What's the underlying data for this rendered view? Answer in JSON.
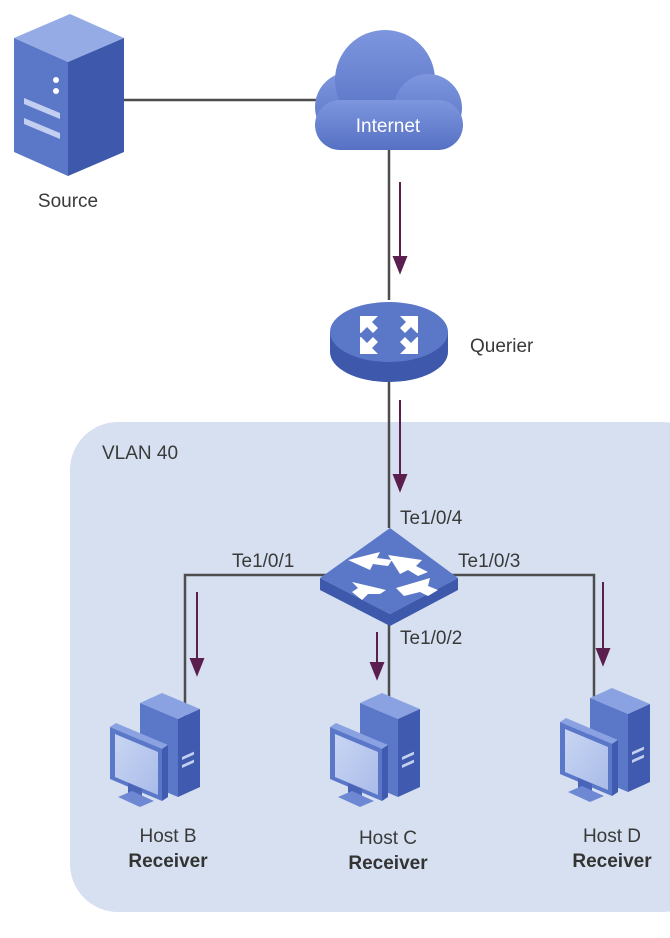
{
  "nodes": {
    "source": {
      "label": "Source"
    },
    "internet": {
      "label": "Internet"
    },
    "querier": {
      "label": "Querier"
    },
    "vlan": {
      "label": "VLAN 40"
    },
    "hosts": [
      {
        "name": "Host B",
        "role": "Receiver"
      },
      {
        "name": "Host C",
        "role": "Receiver"
      },
      {
        "name": "Host D",
        "role": "Receiver"
      }
    ]
  },
  "ports": {
    "uplink": "Te1/0/4",
    "host_b": "Te1/0/1",
    "host_c": "Te1/0/2",
    "host_d": "Te1/0/3"
  },
  "colors": {
    "vlan_area": "#d6e0f1",
    "device_blue": "#5b77c8",
    "link_line": "#4d4d4d",
    "flow_arrow": "#5a1f4f"
  }
}
